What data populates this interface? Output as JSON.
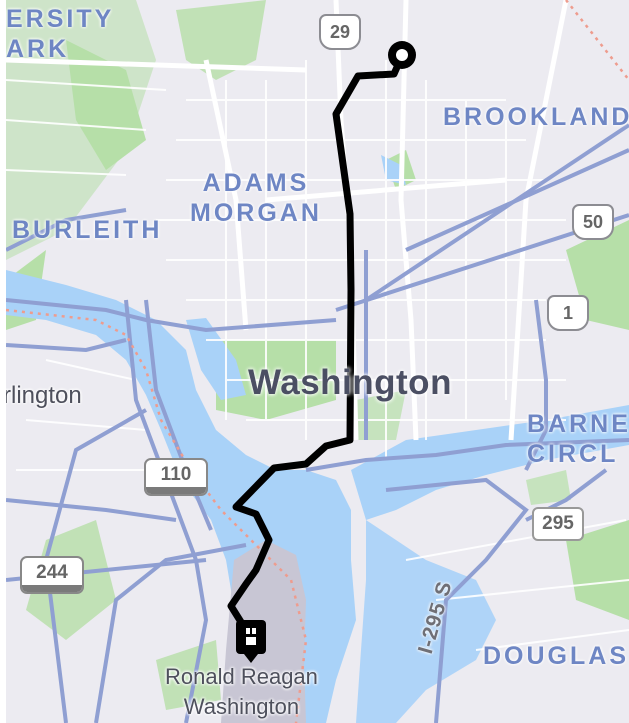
{
  "map": {
    "neighborhoods": [
      {
        "id": "university-park",
        "lines": [
          "ERSITY",
          "ARK"
        ]
      },
      {
        "id": "brookland",
        "lines": [
          "BROOKLAND"
        ]
      },
      {
        "id": "adams-morgan",
        "lines": [
          "ADAMS",
          "MORGAN"
        ]
      },
      {
        "id": "burleith",
        "lines": [
          "BURLEITH"
        ]
      },
      {
        "id": "barney-circle",
        "lines": [
          "BARNE",
          "CIRCL"
        ]
      },
      {
        "id": "douglass",
        "lines": [
          "DOUGLAS"
        ]
      }
    ],
    "city_label": "Washington",
    "other_city_label": "rlington",
    "destination_lines": [
      "Ronald Reagan",
      "Washington"
    ],
    "highway_label": "I-295 S",
    "shields": {
      "us29": "29",
      "us50": "50",
      "us1": "1",
      "va110": "110",
      "va244": "244",
      "dc295": "295"
    },
    "colors": {
      "land": "#ecebf1",
      "water": "#a9d2f8",
      "park": "#b6dfa8",
      "route": "#000000",
      "airport": "#c8c6d4"
    },
    "route": {
      "origin_icon": "origin-circle-icon",
      "destination_icon": "airport-pin-icon"
    }
  }
}
